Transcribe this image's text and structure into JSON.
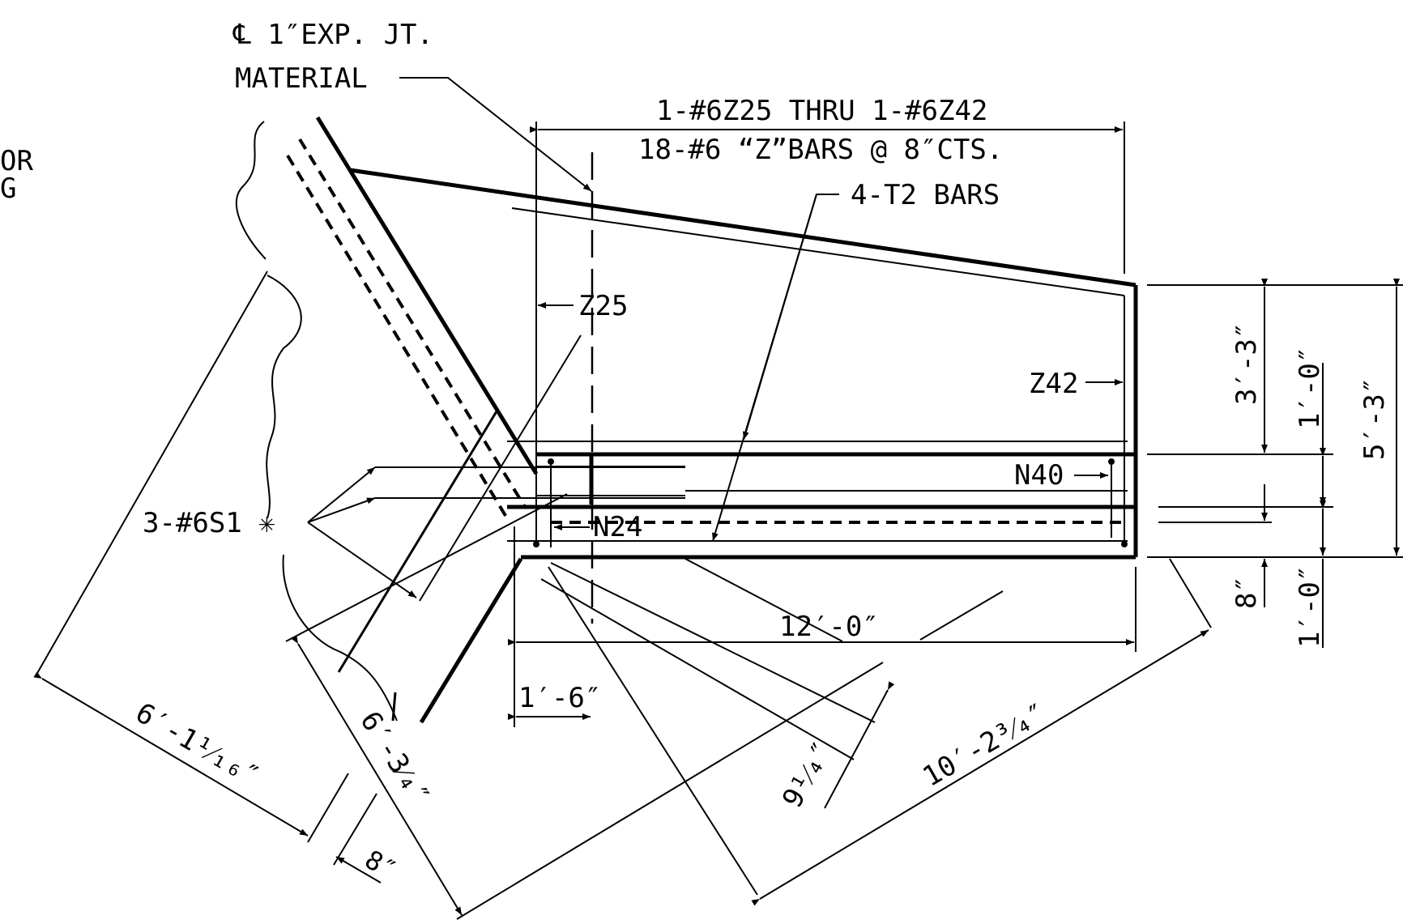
{
  "labels": {
    "exp_jt_line1": "℄ 1″EXP. JT.",
    "exp_jt_line2": "MATERIAL",
    "z_bars_line1": "1-#6Z25 THRU 1-#6Z42",
    "z_bars_line2": "18-#6 “Z”BARS @ 8″CTS.",
    "t2_bars": "4-T2 BARS",
    "z25": "Z25",
    "z42": "Z42",
    "n40": "N40",
    "n24": "N24",
    "s1_bars": "3-#6S1 ✳",
    "cut_off_line1": "OR",
    "cut_off_line2": "G"
  },
  "dimensions": {
    "d_3_3": "3′-3″",
    "d_1_0_upper": "1′-0″",
    "d_5_3": "5′-3″",
    "d_8": "8″",
    "d_1_0_lower": "1′-0″",
    "d_12_0": "12′-0″",
    "d_1_6": "1′-6″",
    "d_6_1_1_16": "6′-1¹⁄₁₆″",
    "d_6_3_4": "6′-3⁄₄″",
    "d_8_skew": "8″",
    "d_9_1_4": "9¹⁄₄″",
    "d_10_2_3_4": "10′-2³⁄₄″"
  }
}
